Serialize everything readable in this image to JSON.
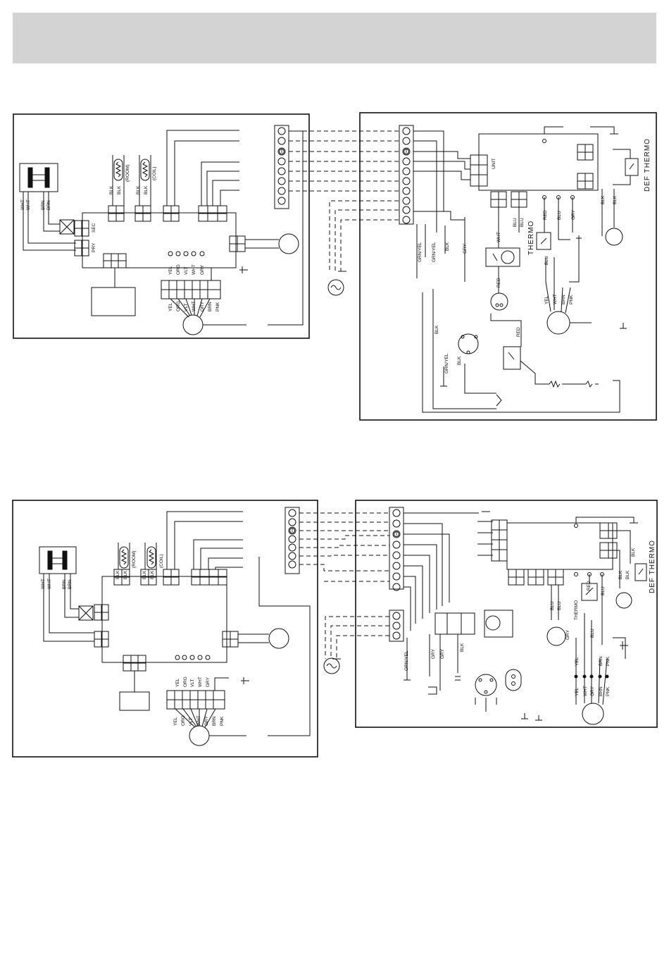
{
  "header": {
    "color": "#d3d3d3"
  },
  "wire_colors": {
    "blk": "BLK",
    "brn": "BRN",
    "wht": "WHT",
    "yel": "YEL",
    "org": "ORG",
    "vlt": "VLT",
    "gry": "GRY",
    "pnk": "PNK",
    "red": "RED",
    "blu": "BLU",
    "grn_yel": "GRN/YEL"
  },
  "sensors": {
    "room": "(ROOM)",
    "coil": "(COIL)"
  },
  "transformer": {
    "sec": "SEC",
    "pry": "PRY"
  },
  "outdoor": {
    "unit": "UNIT",
    "thermo": "THERMO",
    "def_thermo": "DEF THERMO"
  }
}
